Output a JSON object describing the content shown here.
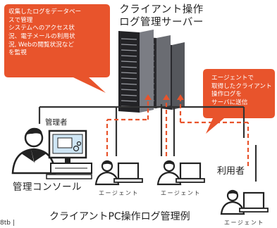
{
  "server": {
    "title_line1": "クライアント操作",
    "title_line2": "ログ管理サーバー"
  },
  "bubble_left": {
    "lines": [
      "収集したログをデータベー",
      "スで管理",
      "システムへのアクセス状",
      "況、電子メールの利用状",
      "況, Webの閲覧状況など",
      "を監視"
    ]
  },
  "bubble_right": {
    "lines": [
      "エージェントで",
      "取得したクライアント",
      "操作ログを",
      "サーバに送信"
    ]
  },
  "admin": {
    "role_label": "管理者",
    "console_label": "管理コンソール"
  },
  "users": {
    "label": "利用者",
    "agent_label": "エージェント"
  },
  "caption": "クライアントPC操作ログ管理例",
  "footer_cut": "8tb |",
  "colors": {
    "accent": "#e8542c",
    "line": "#333333",
    "bubble": "#e8542c",
    "server_dark": "#2a2a2e",
    "monitor_screen": "#cfe6f5"
  }
}
